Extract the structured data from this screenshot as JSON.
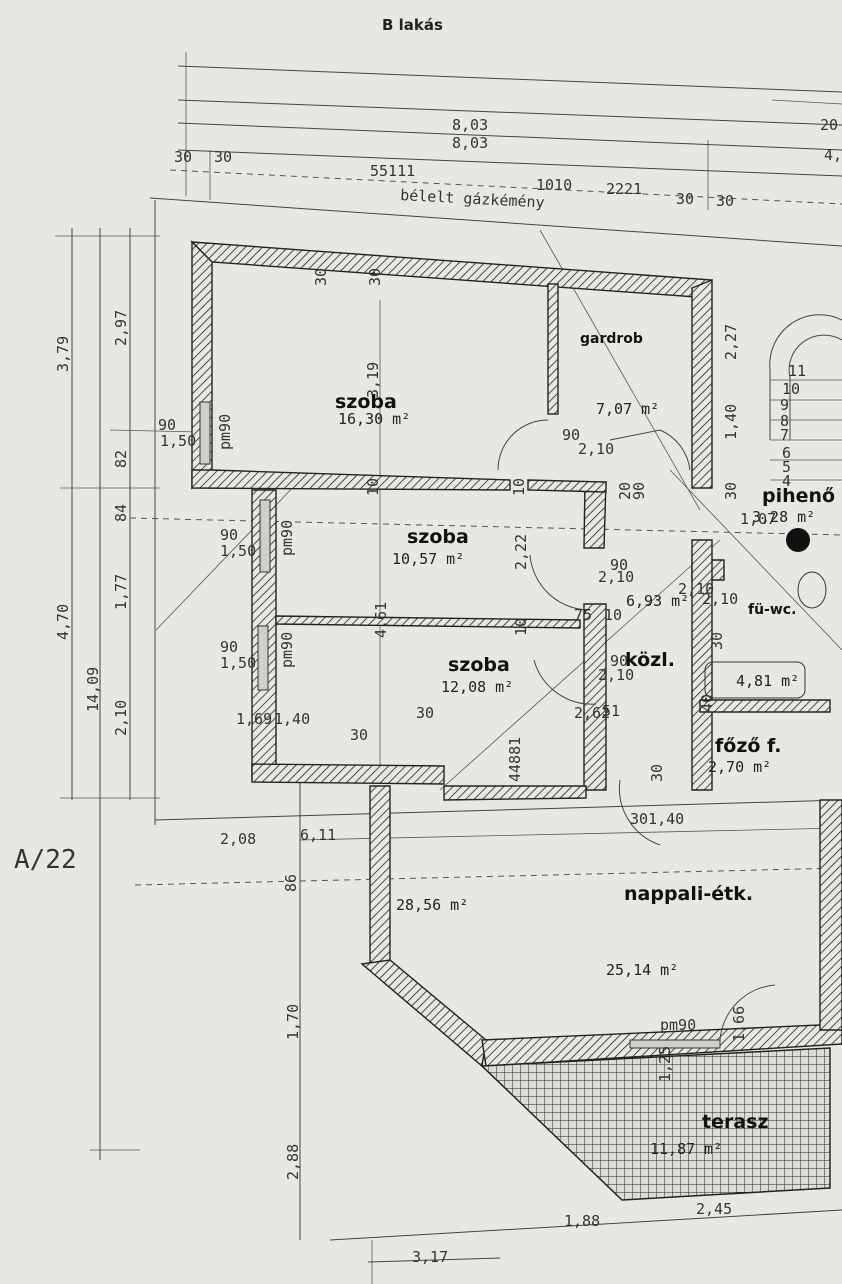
{
  "header": {
    "title": "B lakás",
    "sheet_label": "A/22"
  },
  "rooms": [
    {
      "name": "szoba",
      "area": "16,30 m²"
    },
    {
      "name": "gardrob",
      "area": "7,07 m²"
    },
    {
      "name": "szoba",
      "area": "10,57 m²"
    },
    {
      "name": "szoba",
      "area": "12,08 m²"
    },
    {
      "name": "pihenő",
      "area": "3,28 m²"
    },
    {
      "name": "közl.",
      "area": "6,93 m²"
    },
    {
      "name": "fü-wc.",
      "area": "4,81 m²"
    },
    {
      "name": "főző f.",
      "area": "2,70 m²"
    },
    {
      "name": "nappali-étk.",
      "area": "25,14 m²"
    },
    {
      "name": "terasz",
      "area": "11,87 m²"
    },
    {
      "name": "",
      "area": "28,56 m²"
    }
  ],
  "annotations": {
    "chimney": "bélelt gázkémény",
    "pm90": "pm90",
    "stairs": [
      "11",
      "10",
      "9",
      "8",
      "7",
      "6",
      "5",
      "4"
    ]
  },
  "dimensions": {
    "top": [
      "8,03",
      "8,03",
      "30",
      "30",
      "55111",
      "1010",
      "2221",
      "30",
      "30",
      "20",
      "4,"
    ],
    "left": [
      "3,79",
      "2,97",
      "82",
      "84",
      "1,77",
      "4,70",
      "14,09",
      "2,10"
    ],
    "interior": [
      "3,19",
      "30",
      "30",
      "10",
      "10",
      "4,61",
      "2,22",
      "10",
      "1,50",
      "1,50",
      "1,50",
      "90",
      "90",
      "90",
      "90",
      "2,10",
      "90",
      "2,10",
      "90",
      "2,10",
      "90",
      "2,10",
      "2,10",
      "75",
      "10",
      "30",
      "30",
      "2,27",
      "1,40",
      "1,07",
      "1,69",
      "1,40",
      "30",
      "30",
      "44881",
      "2,62",
      "51",
      "30",
      "301,40",
      "2,08",
      "6,11",
      "86",
      "1,70",
      "2,88",
      "1,88",
      "2,45",
      "3,17",
      "1,25",
      "1,66",
      "20",
      "40",
      "90",
      "10"
    ]
  }
}
